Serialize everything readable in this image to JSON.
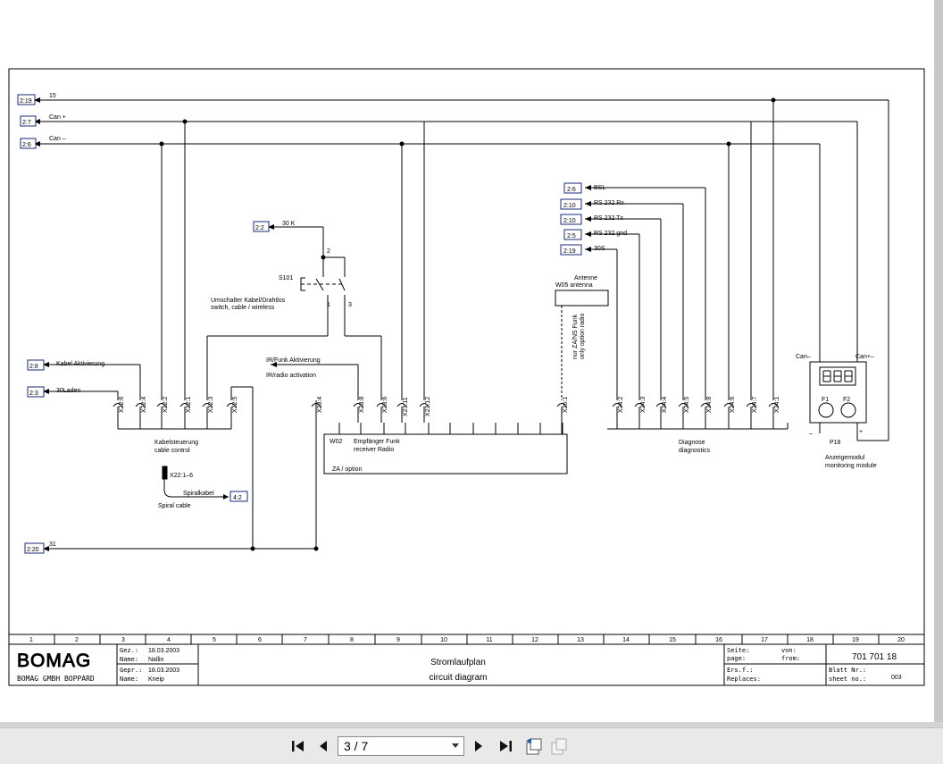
{
  "diagram": {
    "refs": {
      "r15": "2:19",
      "rcanp": "2:7",
      "rcanm": "2:6",
      "r30k": "2:2",
      "rbsl": "2:6",
      "rrx": "2:10",
      "rtx": "2:10",
      "rgnd": "2:5",
      "r30s": "2:19",
      "rkabel": "2:8",
      "rladen": "2:3",
      "rspiral": "4:2",
      "r31": "2:20"
    },
    "buses": {
      "b15": "15",
      "bcanp": "Can +",
      "bcanm": "Can –",
      "b31": "31"
    },
    "labels": {
      "k30": "30 K",
      "bsl": "BSL",
      "rx": "RS 232 Rx",
      "tx": "RS 232 Tx",
      "gnd": "RS 232 gnd",
      "s30": "30S",
      "kabel_akt": "Kabel Aktivierung",
      "laden": "30Laden",
      "ir1": "IR/Funk Aktivierung",
      "ir2": "IR/radio activation",
      "s101": "S101",
      "sw_de": "Umschalter Kabel/Drahtlos",
      "sw_en": "switch, cable / wireless",
      "p1": "1",
      "p2": "2",
      "p3": "3",
      "ant1": "Antenne",
      "ant2": "W05 antenna",
      "opt1": "nur ZA/NS Funk",
      "opt2": "only option radio",
      "kab1": "Kabelsteuerung",
      "kab2": "cable control",
      "x22": "X22:1–6",
      "spir1": "Spiralkabel",
      "spir2": "Spiral cable",
      "w02": "W02",
      "emp1": "Empfänger Funk",
      "emp2": "receiver Radio",
      "za": "ZA / option",
      "diag1": "Diagnose",
      "diag2": "diagnostics",
      "canm_lbl": "Can–",
      "canp_lbl": "Can+–",
      "f1": "F1",
      "f2": "F2",
      "minus": "–",
      "plus": "+",
      "p18": "P18",
      "mod1": "Anzeigemodul",
      "mod2": "monitoring module"
    },
    "connectors": {
      "c1": "X22:6",
      "c2": "X22:4",
      "c3": "X22:2",
      "c4": "X22:1",
      "c5": "X22:3",
      "c6": "X22:5",
      "c7": "X23:4",
      "c8": "X23:8",
      "c9": "X23:6",
      "c10": "X23:11",
      "c11": "X23:12",
      "c12": "X26:1",
      "c13": "X24:2",
      "c14": "X24:3",
      "c15": "X24:4",
      "c16": "X24:5",
      "c17": "X24:8",
      "c18": "X24:6",
      "c19": "X24:7",
      "c20": "X24:1"
    }
  },
  "grid": [
    "1",
    "2",
    "3",
    "4",
    "5",
    "6",
    "7",
    "8",
    "9",
    "10",
    "11",
    "12",
    "13",
    "14",
    "15",
    "16",
    "17",
    "18",
    "19",
    "20"
  ],
  "title_block": {
    "logo": "BOMAG",
    "company": "BOMAG GMBH BOPPARD",
    "gez_label": "Gez.:",
    "gez_value": "18.03.2003",
    "name1_label": "Name:",
    "name1_value": "Nallin",
    "gepr_label": "Gepr.:",
    "gepr_value": "18.03.2003",
    "name2_label": "Name:",
    "name2_value": "Kneip",
    "title_de": "Stromlaufplan",
    "title_en": "circuit diagram",
    "seite_label": "Seite:",
    "page_label": "page:",
    "von_label": "von:",
    "from_label": "from:",
    "doc_no": "701 701 18",
    "ersf_label": "Ers.f.:",
    "replaces_label": "Replaces:",
    "blatt_label": "Blatt Nr.:",
    "sheet_label": "sheet no.:",
    "sheet_no": "003"
  },
  "viewer": {
    "page_display": "3 / 7"
  }
}
